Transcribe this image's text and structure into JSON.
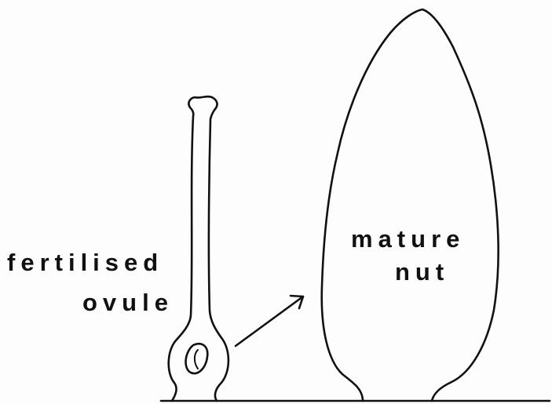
{
  "labels": {
    "fertilised_line1": "fertilised",
    "fertilised_line2": "ovule",
    "nut_line1": "mature",
    "nut_line2": "nut"
  },
  "colors": {
    "ink": "#111111",
    "background": "#ffffff"
  }
}
